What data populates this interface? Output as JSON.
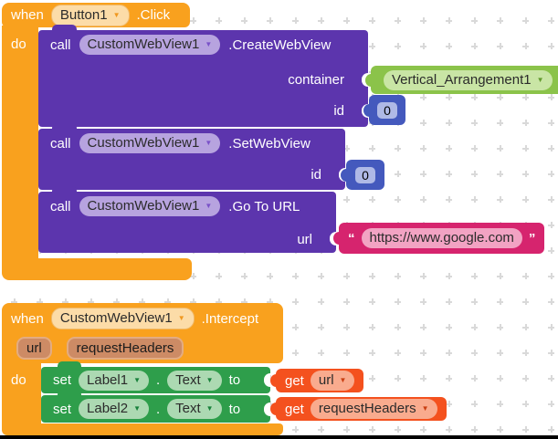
{
  "ui": {
    "dropdown_glyph": "▼"
  },
  "workspace": {
    "background": "#ffffff",
    "grid_color": "#d9d9d9"
  },
  "colors": {
    "event_orange": "#F9A11E",
    "event_chip": "#FCDCA8",
    "event_param_chip": "#CD8B65",
    "call_purple": "#5C35AD",
    "purple_chip": "#B7A3DF",
    "math_blue": "#4459BD",
    "math_chip": "#AFB9E6",
    "component_green": "#8BC34A",
    "component_chip": "#C9E5A5",
    "text_pink": "#D6246E",
    "text_chip": "#F2A3C3",
    "set_green": "#2E9E4B",
    "set_chip": "#ACD9B2",
    "get_orange": "#F4511E",
    "get_chip": "#F9AB8E",
    "frame_bottom": "#000000"
  },
  "event1": {
    "when": "when",
    "component": "Button1",
    "event": ".Click",
    "do": "do",
    "calls": [
      {
        "call": "call",
        "component": "CustomWebView1",
        "method": ".CreateWebView"
      },
      {
        "call": "call",
        "component": "CustomWebView1",
        "method": ".SetWebView"
      },
      {
        "call": "call",
        "component": "CustomWebView1",
        "method": ".Go To URL"
      }
    ],
    "create_params": {
      "container_label": "container",
      "id_label": "id"
    },
    "set_params": {
      "id_label": "id"
    },
    "url_params": {
      "url_label": "url"
    },
    "values": {
      "container_component": "Vertical_Arrangement1",
      "create_id": "0",
      "set_id": "0",
      "open_quote": "“",
      "close_quote": "”",
      "url_text": "https://www.google.com"
    }
  },
  "event2": {
    "when": "when",
    "component": "CustomWebView1",
    "event": ".Intercept",
    "do": "do",
    "params": [
      {
        "label": "url"
      },
      {
        "label": "requestHeaders"
      }
    ],
    "setters": [
      {
        "set": "set",
        "component": "Label1",
        "dot": ".",
        "property": "Text",
        "to": "to",
        "get": "get",
        "variable": "url"
      },
      {
        "set": "set",
        "component": "Label2",
        "dot": ".",
        "property": "Text",
        "to": "to",
        "get": "get",
        "variable": "requestHeaders"
      }
    ]
  }
}
